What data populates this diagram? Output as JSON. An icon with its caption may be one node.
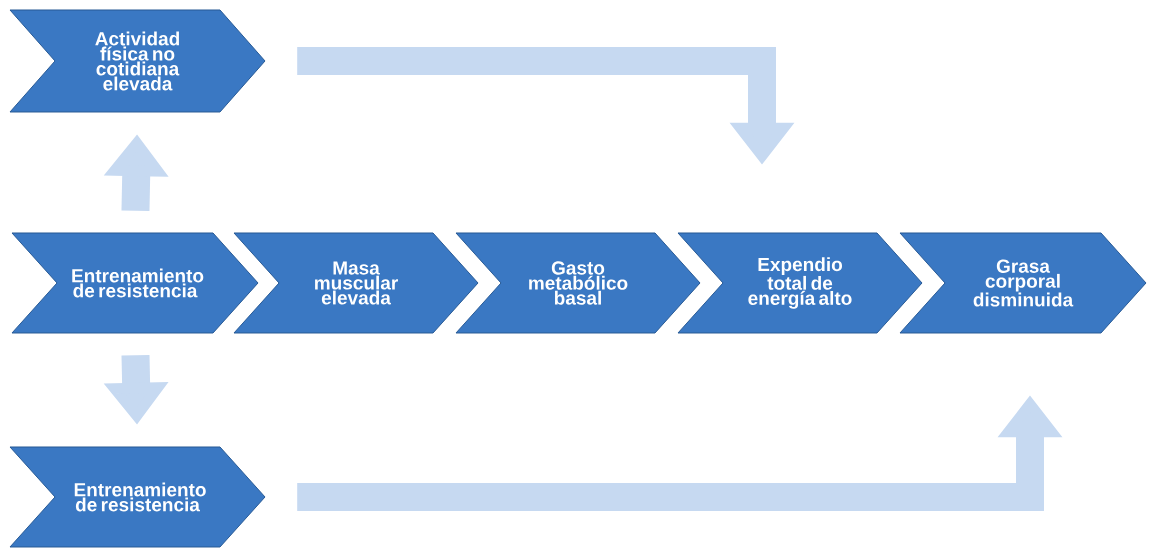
{
  "diagram": {
    "nodes": [
      {
        "text": [
          "Actividad física no cotidiana elevada"
        ]
      },
      {
        "text": [
          "Entrenamiento de resistencia"
        ]
      },
      {
        "text": [
          "Masa muscular elevada"
        ]
      },
      {
        "text": [
          "Gasto metabólico basal"
        ]
      },
      {
        "text": [
          "Expendio total de energía alto"
        ]
      },
      {
        "text": [
          "Grasa corporal disminuida"
        ]
      },
      {
        "text": [
          "Entrenamiento de resistencia"
        ]
      }
    ],
    "edges": [
      {
        "from": 1,
        "to": 0,
        "arrow": "to"
      },
      {
        "from": 1,
        "to": 6,
        "arrow": "to"
      },
      {
        "from": 0,
        "to": 4,
        "arrow": "to"
      },
      {
        "from": 6,
        "to": 5,
        "arrow": "to"
      }
    ]
  }
}
